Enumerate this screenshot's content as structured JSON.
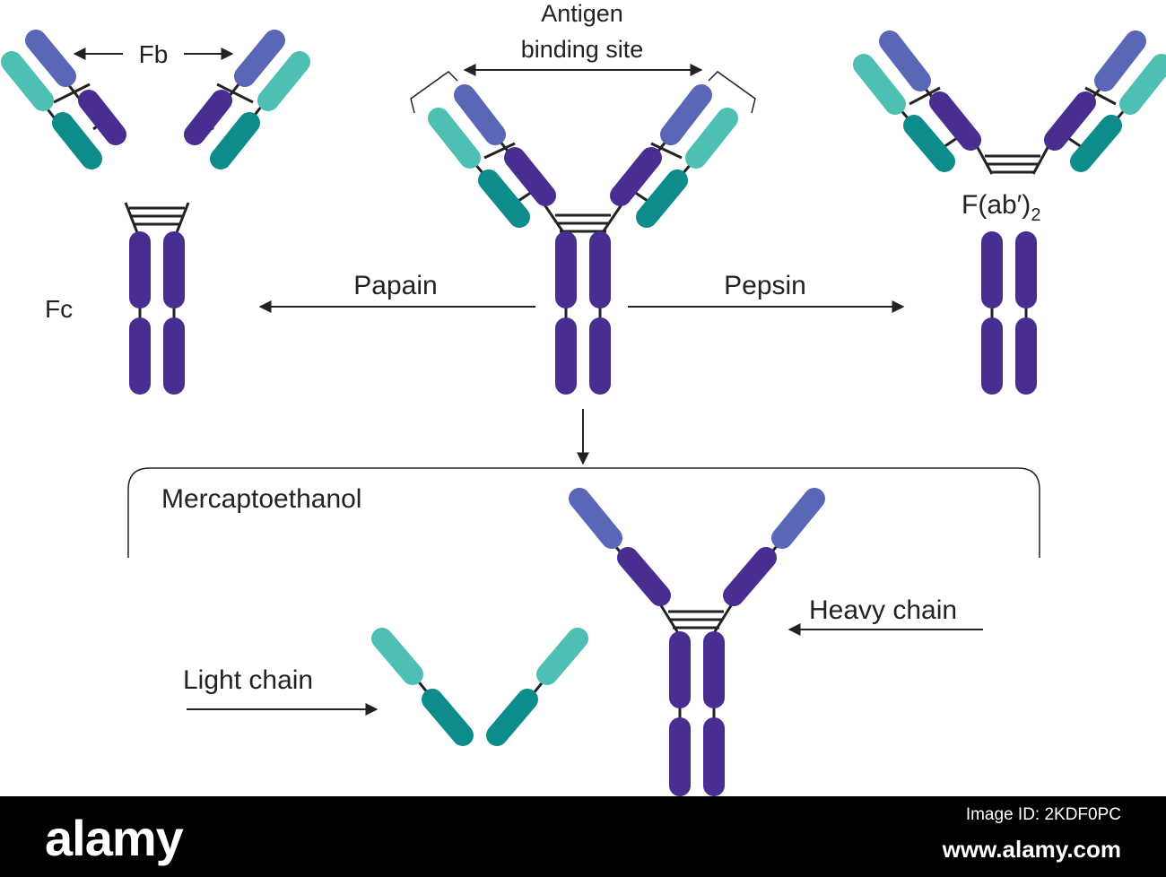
{
  "labels": {
    "fb": "Fb",
    "antigen_line1": "Antigen",
    "antigen_line2": "binding site",
    "fab2_main": "F(ab′)",
    "fab2_sub": "2",
    "fc": "Fc",
    "papain": "Papain",
    "pepsin": "Pepsin",
    "mercaptoethanol": "Mercaptoethanol",
    "heavy_chain": "Heavy chain",
    "light_chain": "Light chain"
  },
  "colors": {
    "heavy_dark": "#4a2d91",
    "heavy_light": "#5a66b6",
    "light_teal": "#4dbfb3",
    "light_dark_teal": "#0e8c8c",
    "line": "#222222"
  },
  "watermark": {
    "logo": "alamy",
    "image_id": "Image ID: 2KDF0PC",
    "site": "www.alamy.com"
  }
}
